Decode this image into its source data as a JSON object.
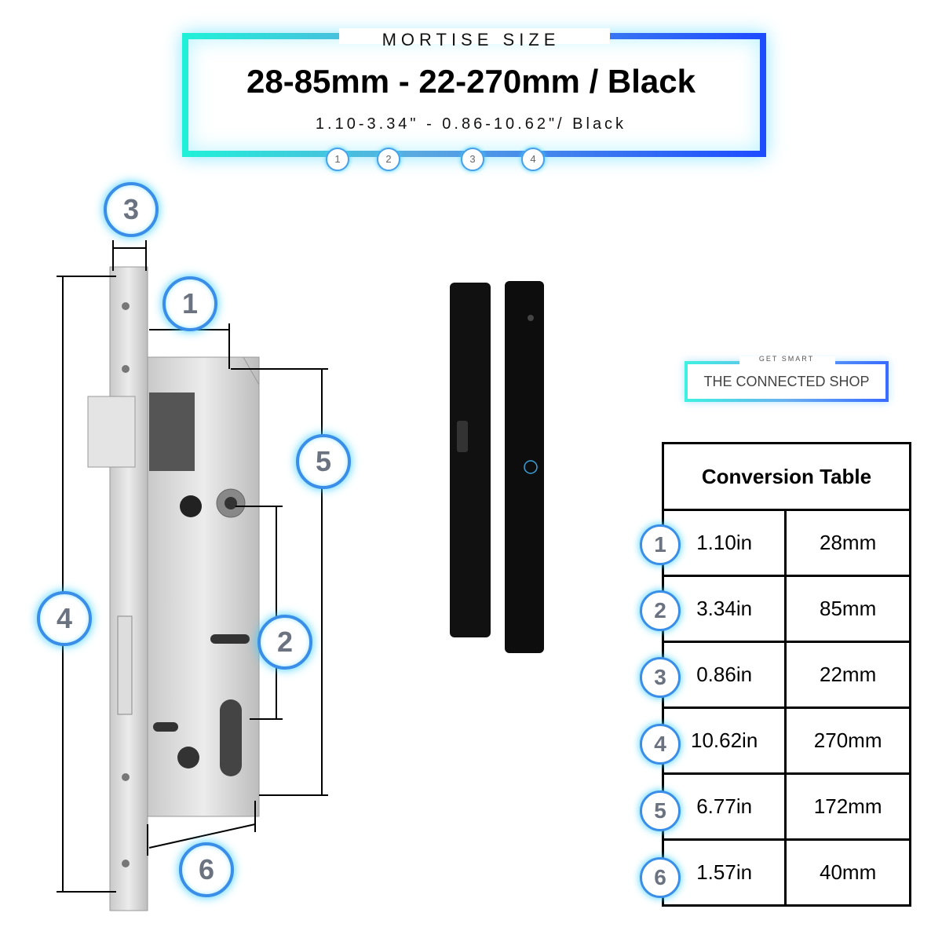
{
  "header": {
    "kicker": "MORTISE SIZE",
    "title": "28-85mm - 22-270mm / Black",
    "subtitle": "1.10-3.34\" - 0.86-10.62\"/ Black",
    "markers": [
      "1",
      "2",
      "3",
      "4"
    ]
  },
  "diagram": {
    "badges": [
      "1",
      "2",
      "3",
      "4",
      "5",
      "6"
    ]
  },
  "logo": {
    "kicker": "GET SMART",
    "name": "THE CONNECTED SHOP"
  },
  "table": {
    "title": "Conversion Table",
    "rows": [
      {
        "badge": "1",
        "inches": "1.10in",
        "mm": "28mm"
      },
      {
        "badge": "2",
        "inches": "3.34in",
        "mm": "85mm"
      },
      {
        "badge": "3",
        "inches": "0.86in",
        "mm": "22mm"
      },
      {
        "badge": "4",
        "inches": "10.62in",
        "mm": "270mm"
      },
      {
        "badge": "5",
        "inches": "6.77in",
        "mm": "172mm"
      },
      {
        "badge": "6",
        "inches": "1.57in",
        "mm": "40mm"
      }
    ]
  },
  "colors": {
    "accent_cyan": "#21f0d8",
    "accent_blue": "#1e4cff",
    "badge_border": "#3a8ee8"
  }
}
